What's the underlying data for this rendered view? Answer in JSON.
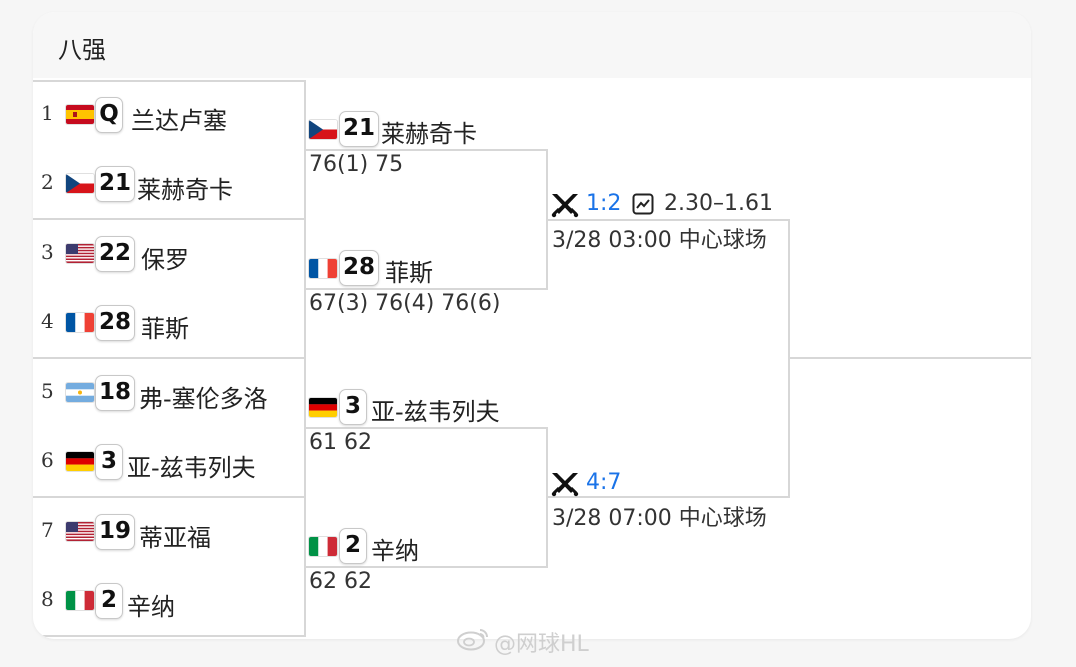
{
  "header": {
    "title": "八强"
  },
  "seeds": [
    {
      "pos": "1",
      "flag": "spain",
      "seed": "Q",
      "name": "兰达卢塞"
    },
    {
      "pos": "2",
      "flag": "czech",
      "seed": "21",
      "name": "莱赫奇卡"
    },
    {
      "pos": "3",
      "flag": "usa",
      "seed": "22",
      "name": "保罗"
    },
    {
      "pos": "4",
      "flag": "france",
      "seed": "28",
      "name": "菲斯"
    },
    {
      "pos": "5",
      "flag": "argentina",
      "seed": "18",
      "name": "弗-塞伦多洛"
    },
    {
      "pos": "6",
      "flag": "germany",
      "seed": "3",
      "name": "亚-兹韦列夫"
    },
    {
      "pos": "7",
      "flag": "usa",
      "seed": "19",
      "name": "蒂亚福"
    },
    {
      "pos": "8",
      "flag": "italy",
      "seed": "2",
      "name": "辛纳"
    }
  ],
  "qf_winners": [
    {
      "flag": "czech",
      "seed": "21",
      "name": "莱赫奇卡",
      "score": "76(1) 75"
    },
    {
      "flag": "france",
      "seed": "28",
      "name": "菲斯",
      "score": "67(3) 76(4) 76(6)"
    },
    {
      "flag": "germany",
      "seed": "3",
      "name": "亚-兹韦列夫",
      "score": "61 62"
    },
    {
      "flag": "italy",
      "seed": "2",
      "name": "辛纳",
      "score": "62 62"
    }
  ],
  "semifinals": [
    {
      "h2h": "1:2",
      "odds": "2.30–1.61",
      "schedule": "3/28 03:00 中心球场"
    },
    {
      "h2h": "4:7",
      "schedule": "3/28 07:00 中心球场"
    }
  ],
  "icons": {
    "versus": "crossed-swords-icon",
    "odds": "trend-chart-icon"
  },
  "colors": {
    "link_blue": "#1a73e8",
    "line": "#d7d7d7"
  },
  "watermark": "@网球HL"
}
